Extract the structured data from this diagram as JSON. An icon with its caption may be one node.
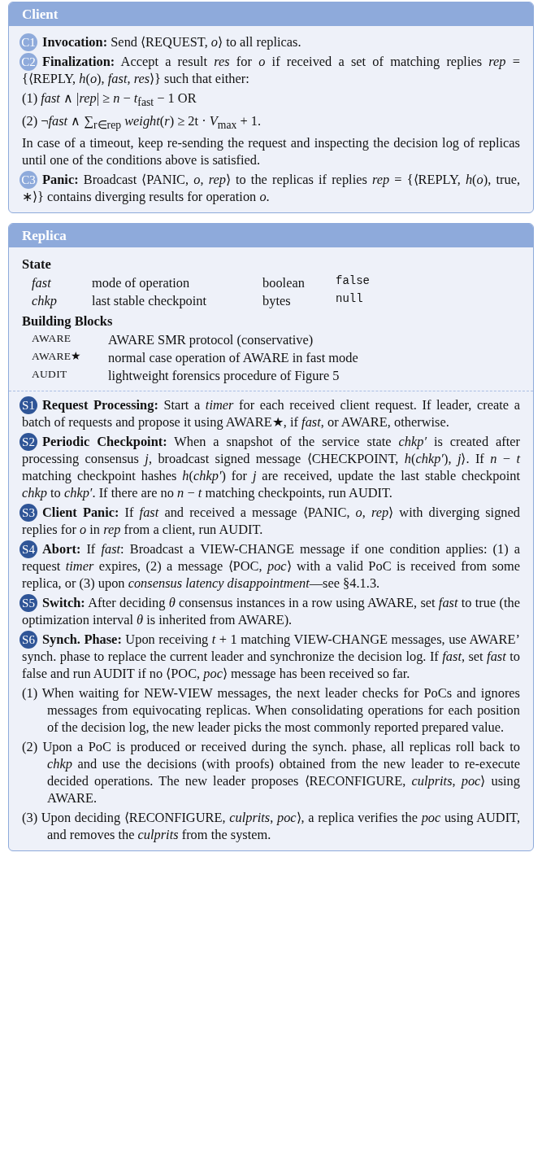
{
  "diagram": {
    "nodes": [
      {
        "text": [
          "Client",
          "**Invocation:** Send ⟨REQUEST, *o*⟩ to all replicas.",
          "**Finalization:** Accept a result *res* for *o* if received a set of matching replies *rep* = {⟨REPLY, *h*(*o*), *fast*, *res*⟩} such that either:",
          "(1) *fast* ∧ |*rep*| ≥ *n* − *t*$_{fast}$ − 1 OR",
          "(2) ¬*fast* ∧ ∑$_{r∈rep}$ *weight*(*r*) ≥ 2t · *V*$_{max}$ + 1.",
          "In case of a timeout, keep re-sending the request and inspecting the decision log of replicas until one of the conditions above is satisfied.",
          "**Panic:** Broadcast ⟨PANIC, *o*, *rep*⟩ to the replicas if replies *rep* = {⟨REPLY, *h*(*o*), true, ∗⟩} contains diverging results for operation *o*."
        ]
      },
      {
        "text": [
          "C1"
        ],
        "in": 0
      },
      {
        "text": [
          "C2"
        ],
        "in": 0
      },
      {
        "text": [
          "C3"
        ],
        "in": 0
      },
      {
        "text": [
          "Replica",
          "State",
          "Building Blocks",
          "**Request Processing:** Start a *timer* for each received client request. If leader, create a batch of requests and propose it using AWARE★, if *fast*, or AWARE, otherwise.",
          "**Periodic Checkpoint:** When a snapshot of the service state *chkp′* is created after processing consensus *j*, broadcast signed message ⟨CHECKPOINT, *h*(*chkp′*), *j*⟩. If *n* − *t* matching checkpoint hashes *h*(*chkp′*) for *j* are received, update the last stable checkpoint *chkp* to *chkp′*. If there are no *n* − *t* matching checkpoints, run AUDIT.",
          "**Client Panic:** If *fast* and received a message ⟨PANIC, *o*, *rep*⟩ with diverging signed replies for *o* in *rep* from a client, run AUDIT.",
          "**Abort:** If *fast*: Broadcast a VIEW-CHANGE message if one condition applies: (1) a request *timer* expires, (2) a message ⟨POC, *poc*⟩ with a valid PoC is received from some replica, or (3) upon *consensus latency disappointment*—see §4.1.3.",
          "**Switch:** After deciding *θ* consensus instances in a row using AWARE, set *fast* to true (the optimization interval *θ* is inherited from AWARE).",
          "**Synch. Phase:** Upon receiving *t* + 1 matching VIEW-CHANGE messages, use AWARE’ synch. phase to replace the current leader and synchronize the decision log. If *fast*, set *fast* to false and run AUDIT if no ⟨POC, *poc*⟩ message has been received so far.",
          "(1) When waiting for NEW-VIEW messages, the next leader checks for PoCs and ignores messages from equivocating replicas. When consolidating operations for each position of the decision log, the new leader picks the most commonly reported prepared value.",
          "(2) Upon a PoC is produced or received during the synch. phase, all replicas roll back to *chkp* and use the decisions (with proofs) obtained from the new leader to re-execute decided operations. The new leader proposes ⟨RECONFIGURE, *culprits*, *poc*⟩ using AWARE.",
          "(3) Upon deciding ⟨RECONFIGURE, *culprits*, *poc*⟩, a replica verifies the *poc* using AUDIT, and removes the *culprits* from the system."
        ]
      },
      {
        "text": [
          "S1"
        ],
        "in": 4
      },
      {
        "text": [
          "S2"
        ],
        "in": 4
      },
      {
        "text": [
          "S3"
        ],
        "in": 4
      },
      {
        "text": [
          "S4"
        ],
        "in": 4
      },
      {
        "text": [
          "S5"
        ],
        "in": 4
      },
      {
        "text": [
          "S6"
        ],
        "in": 4
      }
    ],
    "labels": [
      "fast",
      "mode of operation",
      "boolean",
      "false",
      "chkp",
      "last stable checkpoint",
      "bytes",
      "null",
      "AWARE",
      "AWARE SMR protocol (conservative)",
      "AWARE★",
      "normal case operation of AWARE in fast mode",
      "AUDIT",
      "lightweight forensics procedure of Figure 5"
    ]
  }
}
